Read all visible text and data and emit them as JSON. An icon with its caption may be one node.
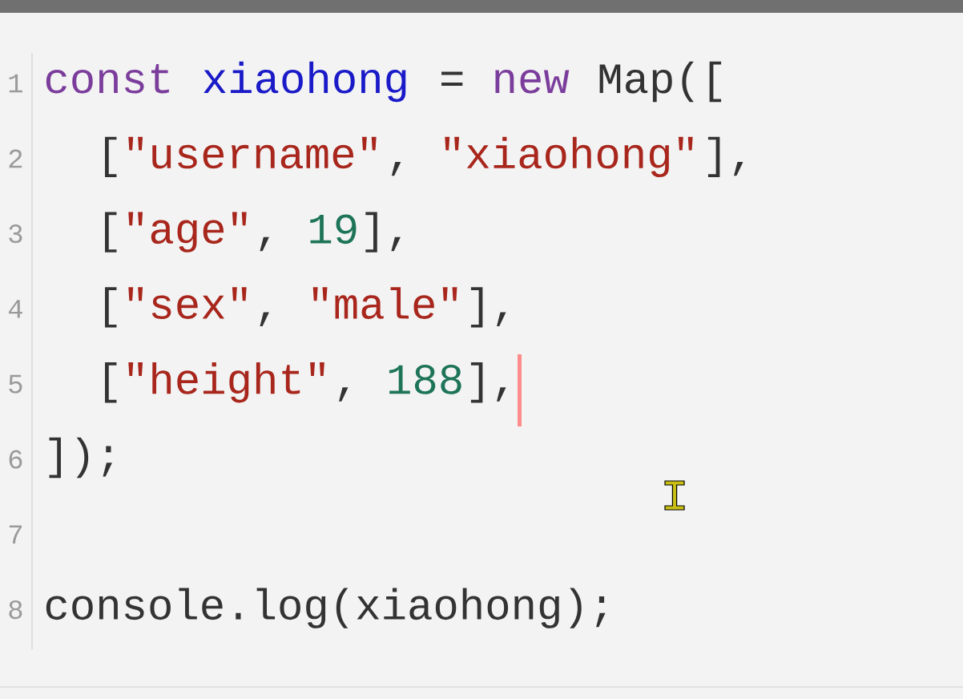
{
  "diagram": {
    "labels": [
      "1",
      "const",
      "xiaohong",
      "=",
      "new",
      "Map([",
      "2",
      "[",
      "\"username\"",
      ",",
      "\"xiaohong\"",
      "],",
      "3",
      "[",
      "\"age\"",
      ",",
      "19",
      "],",
      "4",
      "[",
      "\"sex\"",
      ",",
      "\"male\"",
      "],",
      "5",
      "[",
      "\"height\"",
      ",",
      "188",
      "],",
      "6",
      "]);",
      "7",
      "8",
      "console.log(xiaohong);"
    ]
  }
}
